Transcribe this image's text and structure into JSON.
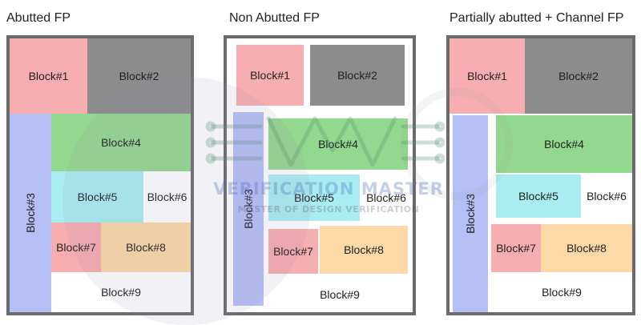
{
  "titles": {
    "abutted": "Abutted FP",
    "non_abutted": "Non Abutted FP",
    "partial": "Partially abutted + Channel FP"
  },
  "blocks": {
    "b1": "Block#1",
    "b2": "Block#2",
    "b3": "Block#3",
    "b4": "Block#4",
    "b5": "Block#5",
    "b6": "Block#6",
    "b7": "Block#7",
    "b8": "Block#8",
    "b9": "Block#9"
  },
  "watermark": {
    "name": "VERIFICATION MASTER",
    "tagline": "MASTER OF DESIGN VERIFICATION"
  },
  "colors": {
    "frame": "#6b6b6b",
    "block1_7": "#f7aeb0",
    "block2": "#8c8c8c",
    "block3": "#b4bff5",
    "block4": "#93d88f",
    "block5": "#a9ecf1",
    "block8": "#fcd9a6"
  }
}
